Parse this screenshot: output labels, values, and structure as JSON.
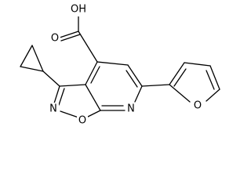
{
  "labels": {
    "hydroxyl": "OH",
    "carbonyl_oxygen": "O",
    "isoxazole_nitrogen": "N",
    "isoxazole_oxygen": "O",
    "pyridine_nitrogen": "N",
    "furan_oxygen": "O"
  }
}
